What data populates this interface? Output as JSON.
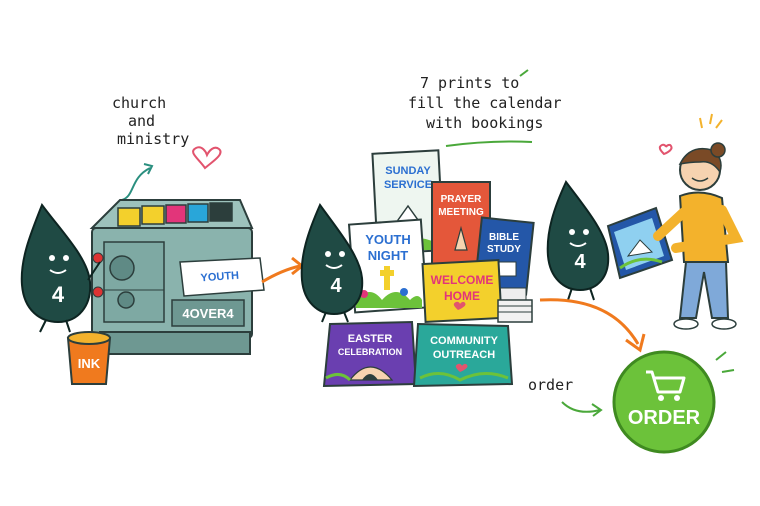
{
  "annotations": {
    "church_line1": "church",
    "church_line2": "and",
    "church_line3": "ministry",
    "prints_line1": "7 prints to",
    "prints_line2": "fill the calendar",
    "prints_line3": "with bookings",
    "order_note": "order"
  },
  "mascot": {
    "number": "4"
  },
  "printer": {
    "brand": "4OVER4",
    "ink_label": "INK",
    "sheet_text": "YOUTH"
  },
  "prints": {
    "sunday_line1": "SUNDAY",
    "sunday_line2": "SERVICE",
    "prayer_line1": "PRAYER",
    "prayer_line2": "MEETING",
    "bible_line1": "BIBLE",
    "bible_line2": "STUDY",
    "youth_line1": "YOUTH",
    "youth_line2": "NIGHT",
    "welcome_line1": "WELCOME",
    "welcome_line2": "HOME",
    "easter_line1": "EASTER",
    "easter_line2": "CELEBRATION",
    "community_line1": "COMMUNITY",
    "community_line2": "OUTREACH"
  },
  "order_button": {
    "label": "ORDER"
  },
  "colors": {
    "mascot": "#1f4a44",
    "printer": "#8ab3ad",
    "arrow": "#f07a1e",
    "order_green": "#6cc23a",
    "heart": "#e2546e"
  }
}
